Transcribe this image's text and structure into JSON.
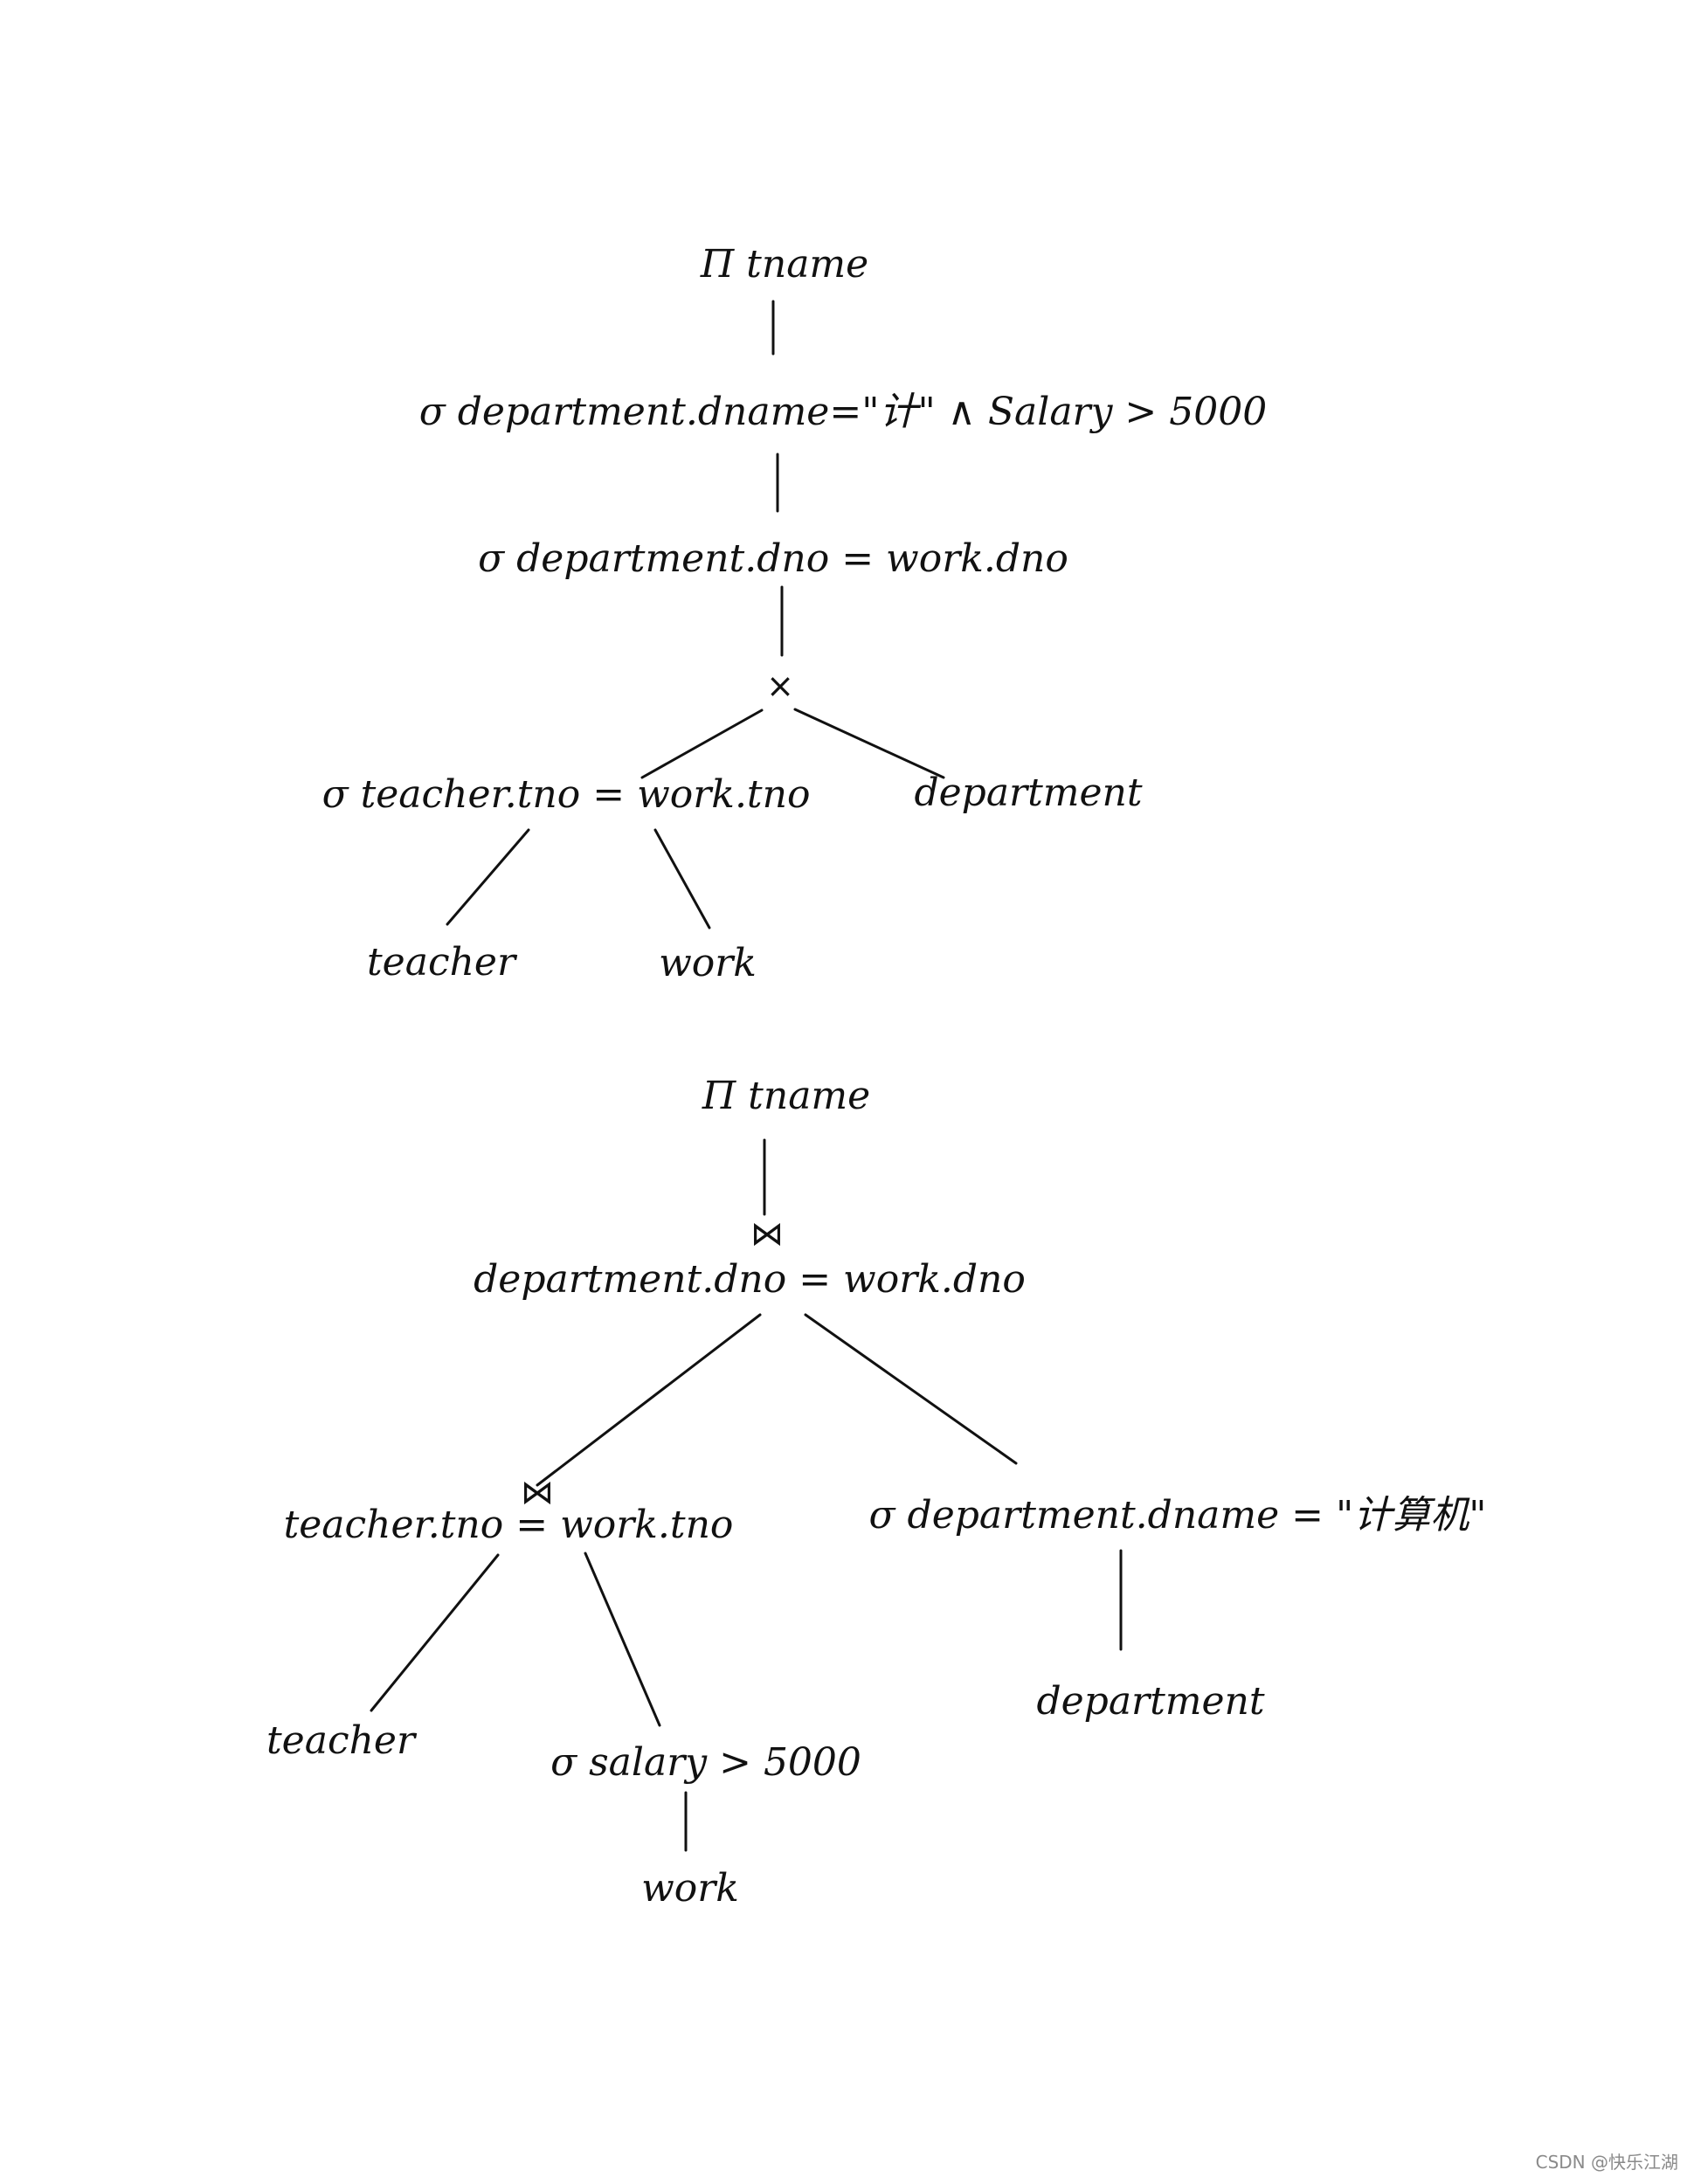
{
  "tree1": {
    "project": "Π tname",
    "select_dname_salary": "σ department.dname=\"计\" ∧ Salary > 5000",
    "select_dno": "σ department.dno = work.dno",
    "cross_product": "×",
    "select_tno": "σ teacher.tno = work.tno",
    "department": "department",
    "teacher": "teacher",
    "work": "work"
  },
  "tree2": {
    "project": "Π tname",
    "join_symbol_top": "⋈",
    "join_dno": "department.dno = work.dno",
    "join_symbol_left": "⋈",
    "join_tno": "teacher.tno = work.tno",
    "select_dname": "σ department.dname = \"计算机\"",
    "teacher": "teacher",
    "select_salary": "σ salary > 5000",
    "work": "work",
    "department": "department"
  },
  "watermark": "CSDN @快乐江湖"
}
